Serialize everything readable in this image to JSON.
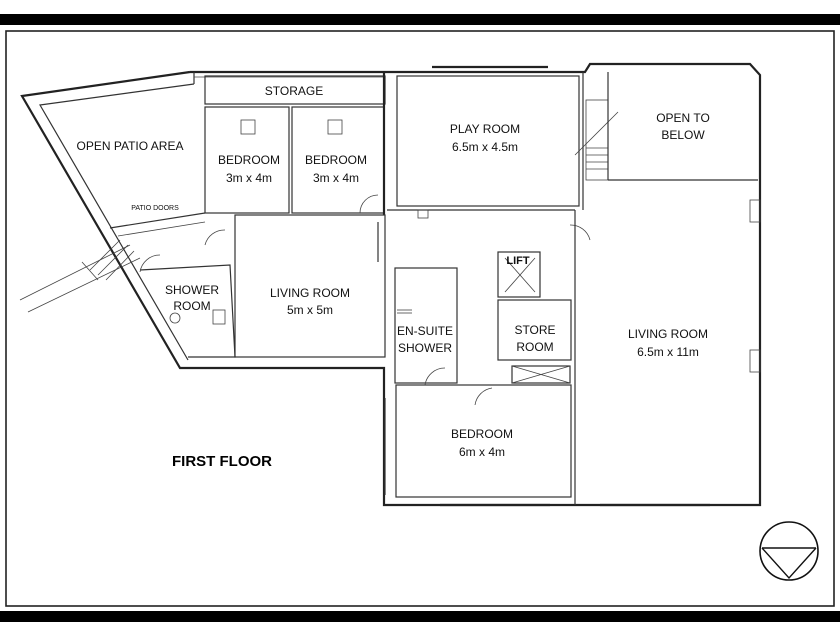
{
  "floor_label": "FIRST FLOOR",
  "rooms": {
    "open_patio": "OPEN PATIO AREA",
    "patio_doors": "PATIO DOORS",
    "storage": "STORAGE",
    "bedroom1_name": "BEDROOM",
    "bedroom1_size": "3m x 4m",
    "bedroom2_name": "BEDROOM",
    "bedroom2_size": "3m x 4m",
    "play_room_name": "PLAY ROOM",
    "play_room_size": "6.5m x 4.5m",
    "open_to_below_1": "OPEN TO",
    "open_to_below_2": "BELOW",
    "shower_room_1": "SHOWER",
    "shower_room_2": "ROOM",
    "living_room_small_name": "LIVING ROOM",
    "living_room_small_size": "5m x 5m",
    "lift": "LIFT",
    "en_suite_1": "EN-SUITE",
    "en_suite_2": "SHOWER",
    "store_room_1": "STORE",
    "store_room_2": "ROOM",
    "living_room_large_name": "LIVING ROOM",
    "living_room_large_size": "6.5m x 11m",
    "bedroom3_name": "BEDROOM",
    "bedroom3_size": "6m x 4m"
  },
  "icons": {
    "compass": "north-arrow-icon"
  }
}
